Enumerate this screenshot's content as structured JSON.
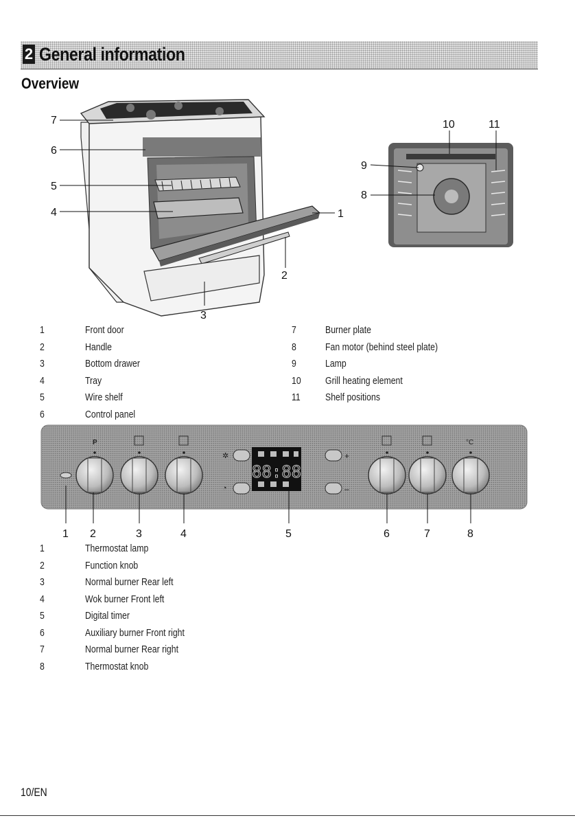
{
  "header": {
    "chapter_number": "2",
    "chapter_title": "General information"
  },
  "section_title": "Overview",
  "oven_figure": {
    "callouts": [
      "1",
      "2",
      "3",
      "4",
      "5",
      "6",
      "7"
    ]
  },
  "interior_figure": {
    "callouts": [
      "8",
      "9",
      "10",
      "11"
    ]
  },
  "parts_left": [
    {
      "num": "1",
      "label": "Front door"
    },
    {
      "num": "2",
      "label": "Handle"
    },
    {
      "num": "3",
      "label": "Bottom drawer"
    },
    {
      "num": "4",
      "label": "Tray"
    },
    {
      "num": "5",
      "label": "Wire shelf"
    },
    {
      "num": "6",
      "label": "Control panel"
    }
  ],
  "parts_right": [
    {
      "num": "7",
      "label": "Burner plate"
    },
    {
      "num": "8",
      "label": "Fan motor (behind steel plate)"
    },
    {
      "num": "9",
      "label": "Lamp"
    },
    {
      "num": "10",
      "label": "Grill heating element"
    },
    {
      "num": "11",
      "label": "Shelf positions"
    }
  ],
  "control_panel": {
    "knob_symbols": [
      "P",
      "°C"
    ],
    "timer_buttons": [
      "+",
      "–"
    ],
    "display_digits": "88:88",
    "callouts": [
      "1",
      "2",
      "3",
      "4",
      "5",
      "6",
      "7",
      "8"
    ]
  },
  "controls_list": [
    {
      "num": "1",
      "label": "Thermostat lamp"
    },
    {
      "num": "2",
      "label": "Function knob"
    },
    {
      "num": "3",
      "label": "Normal burner Rear left"
    },
    {
      "num": "4",
      "label": "Wok burner Front left"
    },
    {
      "num": "5",
      "label": "Digital timer"
    },
    {
      "num": "6",
      "label": "Auxiliary burner Front right"
    },
    {
      "num": "7",
      "label": "Normal burner Rear right"
    },
    {
      "num": "8",
      "label": "Thermostat knob"
    }
  ],
  "page_number": "10/EN",
  "colors": {
    "panel": "#9a9a9a",
    "display_bg": "#111111",
    "text": "#222222"
  }
}
